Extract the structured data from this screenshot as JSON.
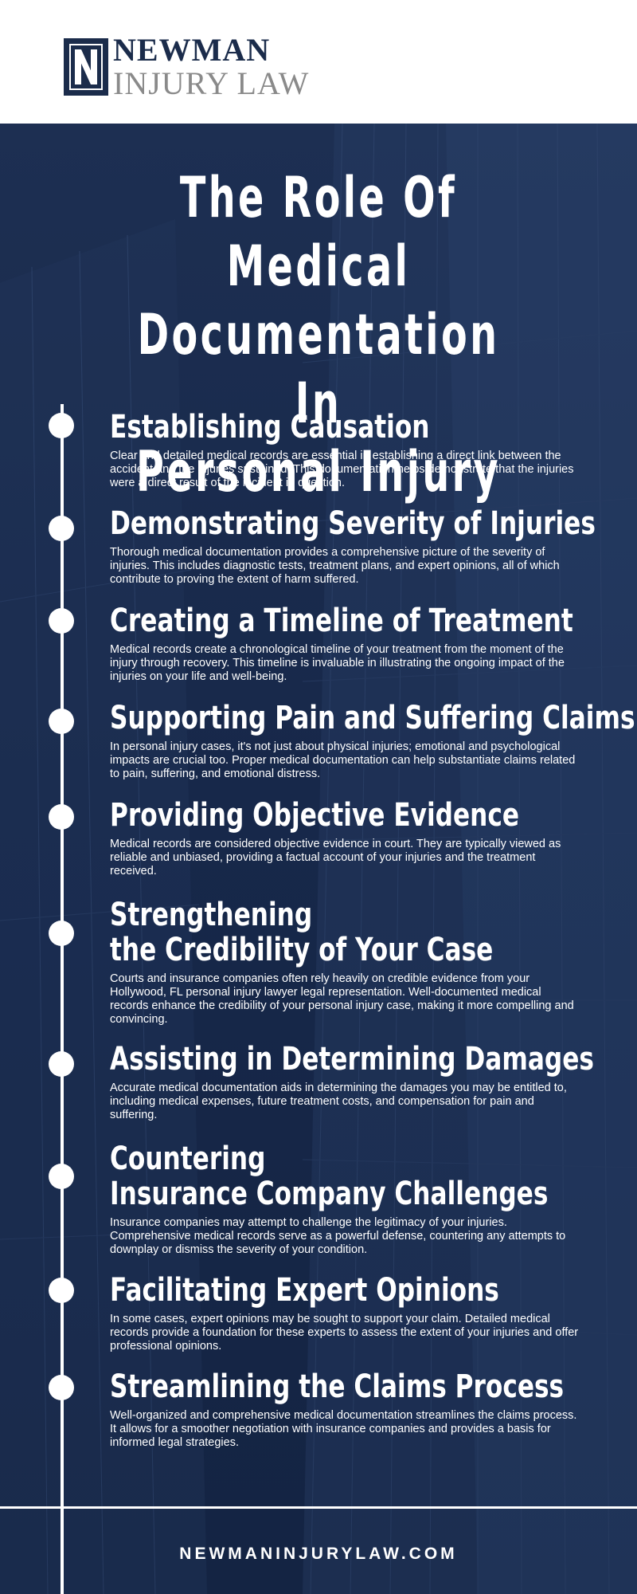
{
  "logo": {
    "icon": "newman-n-monogram-icon",
    "line1": "NEWMAN",
    "line2": "INJURY LAW"
  },
  "title": {
    "line1": "The Role Of Medical",
    "line2": "Documentation In",
    "line3": "Personal Injury"
  },
  "colors": {
    "navy": "#1b2c4b",
    "grey": "#8a8a8a",
    "white": "#ffffff"
  },
  "items": [
    {
      "title": "Establishing Causation",
      "text": "Clear and detailed medical records are essential in establishing a direct link between the accident and the injuries sustained. This documentation helps demonstrate that the injuries were a direct result of the incident in question."
    },
    {
      "title": "Demonstrating Severity of Injuries",
      "text": "Thorough medical documentation provides a comprehensive picture of the severity of injuries. This includes diagnostic tests, treatment plans, and expert opinions, all of which contribute to proving the extent of harm suffered."
    },
    {
      "title": "Creating a Timeline of Treatment",
      "text": "Medical records create a chronological timeline of your treatment from the moment of the injury through recovery. This timeline is invaluable in illustrating the ongoing impact of the injuries on your life and well-being."
    },
    {
      "title": "Supporting Pain and Suffering Claims",
      "text": "In personal injury cases, it's not just about physical injuries; emotional and psychological impacts are crucial too. Proper medical documentation can help substantiate claims related to pain, suffering, and emotional distress."
    },
    {
      "title": "Providing Objective Evidence",
      "text": "Medical records are considered objective evidence in court. They are typically viewed as reliable and unbiased, providing a factual account of your injuries and the treatment received."
    },
    {
      "title_line1": "Strengthening",
      "title_line2": "the Credibility of Your Case",
      "text": "Courts and insurance companies often rely heavily on credible evidence from your Hollywood, FL personal injury lawyer legal representation. Well-documented medical records enhance the credibility of your personal injury case, making it more compelling and convincing."
    },
    {
      "title": "Assisting in Determining Damages",
      "text": "Accurate medical documentation aids in determining the damages you may be entitled to, including medical expenses, future treatment costs, and compensation for pain and suffering."
    },
    {
      "title_line1": "Countering",
      "title_line2": "Insurance Company Challenges",
      "text": "Insurance companies may attempt to challenge the legitimacy of your injuries. Comprehensive medical records serve as a powerful defense, countering any attempts to downplay or dismiss the severity of your condition."
    },
    {
      "title": "Facilitating Expert Opinions",
      "text": "In some cases, expert opinions may be sought to support your claim. Detailed medical records provide a foundation for these experts to assess the extent of your injuries and offer professional opinions."
    },
    {
      "title": "Streamlining the Claims Process",
      "text": "Well-organized and comprehensive medical documentation streamlines the claims process. It allows for a smoother negotiation with insurance companies and provides a basis for informed legal strategies."
    }
  ],
  "footer": {
    "url": "NEWMANINJURYLAW.COM"
  }
}
